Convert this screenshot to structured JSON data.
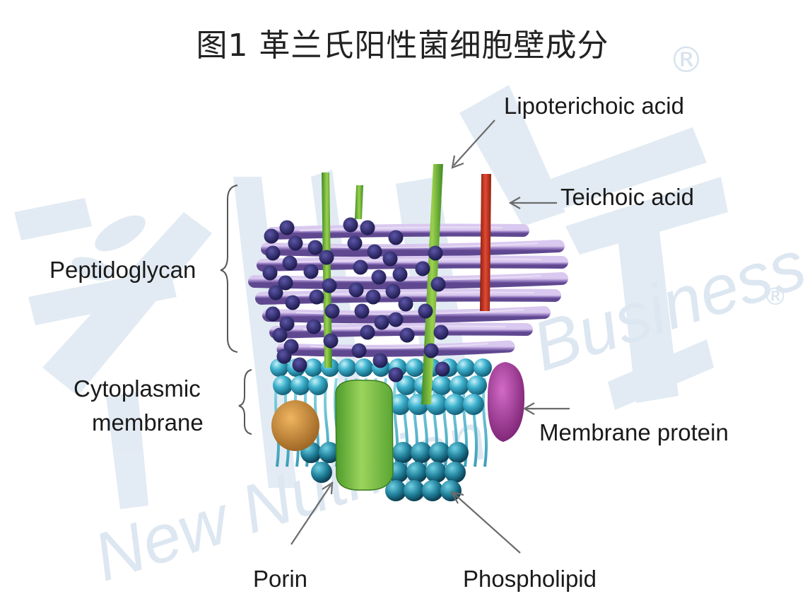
{
  "title": "图1 革兰氏阳性菌细胞壁成分",
  "labels": {
    "lipoteichoic": "Lipoterichoic acid",
    "teichoic": "Teichoic acid",
    "peptidoglycan": "Peptidoglycan",
    "cytoplasmic_line1": "Cytoplasmic",
    "cytoplasmic_line2": "membrane",
    "membrane_protein": "Membrane protein",
    "porin": "Porin",
    "phospholipid": "Phospholipid"
  },
  "watermark": {
    "logo_chars": "新营养",
    "text_business": "Business",
    "text_new": "New Nutrition",
    "registered": "®"
  },
  "colors": {
    "background": "#ffffff",
    "watermark": "#dde7f1",
    "peptidoglycan": "#9a7fc4",
    "peptidoglycan_end": "#2a2460",
    "membrane_head": "#3fb3cf",
    "membrane_tail": "#7fd3e2",
    "porin": "#7cc04a",
    "orange_protein": "#cf8f3a",
    "membrane_protein": "#a83f9d",
    "lipoteichoic": "#6bb043",
    "teichoic": "#c8321f",
    "arrow": "#6b6b6b"
  }
}
